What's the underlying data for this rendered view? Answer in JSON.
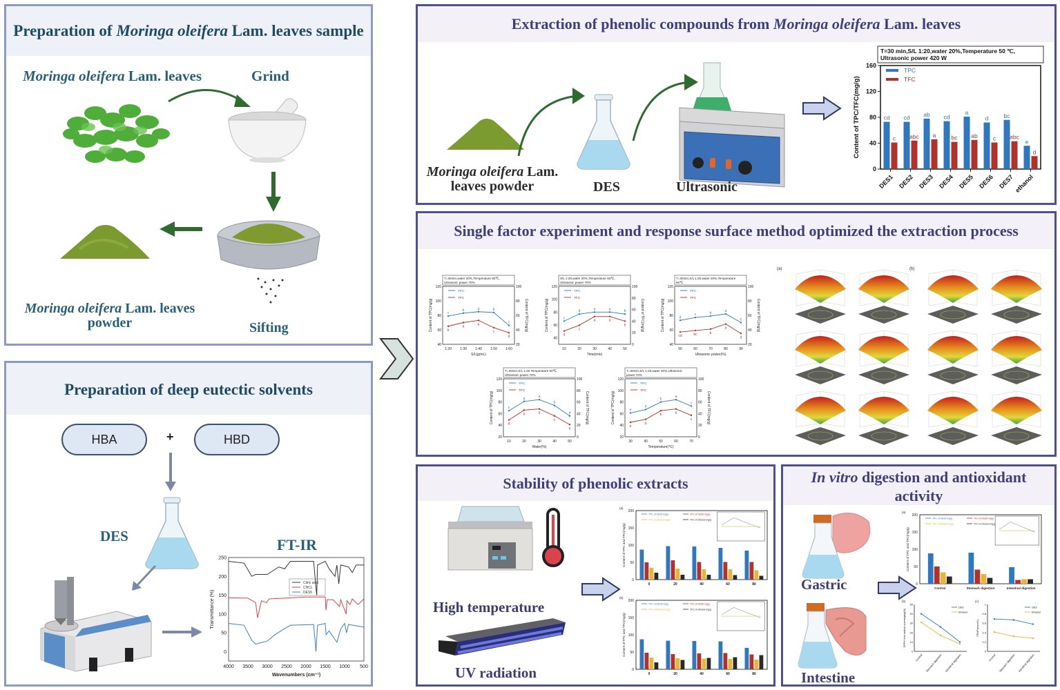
{
  "panels": {
    "sample_prep": {
      "title_pre": "Preparation of ",
      "title_italic": "Moringa oleifera",
      "title_post": " Lam. leaves sample",
      "leaves_label_italic": "Moringa oleifera",
      "leaves_label_post": " Lam. leaves",
      "grind_label": "Grind",
      "powder_label_italic": "Moringa oleifera",
      "powder_label_post": " Lam. leaves",
      "powder_label_line2": "powder",
      "sifting_label": "Sifting"
    },
    "des_prep": {
      "title": "Preparation of deep eutectic solvents",
      "hba": "HBA",
      "plus": "+",
      "hbd": "HBD",
      "des_label": "DES",
      "ftir_label": "FT-IR"
    },
    "extraction": {
      "title_pre": "Extraction of phenolic compounds from ",
      "title_italic": "Moringa oleifera",
      "title_post": " Lam. leaves",
      "powder_label_italic": "Moringa oleifera",
      "powder_label_post": " Lam.",
      "powder_label_line2": "leaves powder",
      "des_label": "DES",
      "ultrasonic_label": "Ultrasonic"
    },
    "optimization": {
      "title": "Single factor experiment and response surface method optimized the extraction process",
      "rsm_label_a": "(a)",
      "rsm_label_b": "(b)"
    },
    "stability": {
      "title": "Stability of phenolic extracts",
      "high_temp_label": "High temperature",
      "uv_label": "UV radiation"
    },
    "digestion": {
      "title_italic": "In vitro",
      "title_post": " digestion and antioxidant",
      "title_line2": "activity",
      "gastric_label": "Gastric",
      "intestine_label": "Intestine"
    }
  },
  "colors": {
    "tpc": "#2f78c0",
    "tfc": "#b0322a",
    "yellow": "#e6b53a",
    "black": "#2a2a2a",
    "leaf_green": "#2f6b2f",
    "arrow_fill": "#c9d2ea",
    "arrow_stroke": "#2b3a66"
  },
  "chart_data": [
    {
      "id": "des_screening",
      "type": "bar",
      "title": "T=30 min,S/L 1:20,water 20%,Temperature 50 ℃,\nUltrasonic power 420 W",
      "xlabel": "",
      "ylabel": "Content of TPC/TFC(mg/g)",
      "ylim": [
        0,
        160
      ],
      "yticks": [
        0,
        40,
        80,
        120,
        160
      ],
      "legend": "top-left",
      "categories": [
        "DES1",
        "DES2",
        "DES3",
        "DES4",
        "DES5",
        "DES6",
        "DES7",
        "ethanol"
      ],
      "series": [
        {
          "name": "TPC",
          "values": [
            73,
            73,
            78,
            74,
            81,
            72,
            76,
            36
          ],
          "letters": [
            "cd",
            "cd",
            "ab",
            "cd",
            "a",
            "d",
            "bc",
            "e"
          ]
        },
        {
          "name": "TFC",
          "values": [
            41,
            44,
            46,
            42,
            45,
            41,
            43,
            20
          ],
          "letters": [
            "c",
            "abc",
            "a",
            "bc",
            "ab",
            "c",
            "abc",
            "d"
          ]
        }
      ]
    },
    {
      "id": "sl_ratio",
      "type": "line",
      "title": "T=30min,water 20%,Temperature 50℃,\nUltrasonic power 70%",
      "xlabel": "S/L(g/mL)",
      "ylabel": "Content of TPC(mg/g)",
      "ylabel_right": "Content of TFC(mg/g)",
      "x": [
        "1:20",
        "1:30",
        "1:40",
        "1:50",
        "1:60"
      ],
      "ylim": [
        40,
        120
      ],
      "ylim_right": [
        20,
        100
      ],
      "yticks": [
        40,
        60,
        80,
        100,
        120
      ],
      "yticks_right": [
        20,
        40,
        60,
        80,
        100
      ],
      "series": [
        {
          "name": "TPC",
          "axis": "left",
          "values": [
            79,
            83,
            85,
            84,
            66
          ],
          "letters": [
            "c",
            "b",
            "a",
            "b",
            "c"
          ]
        },
        {
          "name": "TFC",
          "axis": "right",
          "values": [
            45,
            50,
            53,
            43,
            36
          ],
          "letters": [
            "b",
            "a",
            "a",
            "c",
            "d"
          ]
        }
      ]
    },
    {
      "id": "time",
      "type": "line",
      "title": "S/L 1:20,water 20%,Temperature 50℃,\nUltrasonic power 70%",
      "xlabel": "Time(min)",
      "ylabel": "Content of TPC(mg/g)",
      "ylabel_right": "Content of TFC(mg/g)",
      "x": [
        "10",
        "20",
        "30",
        "40",
        "50"
      ],
      "ylim": [
        30,
        120
      ],
      "ylim_right": [
        0,
        100
      ],
      "yticks": [
        40,
        60,
        80,
        100,
        120
      ],
      "yticks_right": [
        0,
        20,
        40,
        60,
        80,
        100
      ],
      "series": [
        {
          "name": "TPC",
          "axis": "left",
          "values": [
            66,
            77,
            80,
            80,
            77
          ],
          "letters": [
            "c",
            "b",
            "a",
            "a",
            "b"
          ]
        },
        {
          "name": "TFC",
          "axis": "right",
          "values": [
            23,
            33,
            48,
            48,
            40
          ],
          "letters": [
            "d",
            "c",
            "a",
            "a",
            "b"
          ]
        }
      ]
    },
    {
      "id": "ultrasonic_power",
      "type": "line",
      "title": "T=30min,S/L 1:20,water 20%,Temperature\n50℃",
      "xlabel": "Ultrasonic power(%)",
      "ylabel": "Content of TPC(mg/g)",
      "ylabel_right": "Content of TFC(mg/g)",
      "x": [
        "50",
        "60",
        "70",
        "80",
        "90"
      ],
      "ylim": [
        40,
        120
      ],
      "ylim_right": [
        20,
        100
      ],
      "yticks": [
        40,
        60,
        80,
        100,
        120
      ],
      "yticks_right": [
        20,
        40,
        60,
        80,
        100
      ],
      "series": [
        {
          "name": "TPC",
          "axis": "left",
          "values": [
            73,
            77,
            79,
            82,
            70
          ],
          "letters": [
            "d",
            "c",
            "b",
            "a",
            "e"
          ]
        },
        {
          "name": "TFC",
          "axis": "right",
          "values": [
            37,
            39,
            41,
            48,
            35
          ],
          "letters": [
            "cd",
            "bc",
            "b",
            "a",
            "d"
          ]
        }
      ]
    },
    {
      "id": "water",
      "type": "line",
      "title": "T=30min,S/L 1:20,Temperature 50℃,\nUltrasonic power 70%",
      "xlabel": "Water(%)",
      "ylabel": "Content of TPC(mg/g)",
      "ylabel_right": "Content of TFC(mg/g)",
      "x": [
        "10",
        "20",
        "30",
        "40",
        "50"
      ],
      "ylim": [
        20,
        120
      ],
      "ylim_right": [
        0,
        100
      ],
      "yticks": [
        20,
        40,
        60,
        80,
        100,
        120
      ],
      "yticks_right": [
        0,
        20,
        40,
        60,
        80,
        100
      ],
      "series": [
        {
          "name": "TPC",
          "axis": "left",
          "values": [
            65,
            81,
            84,
            74,
            56
          ],
          "letters": [
            "c",
            "a",
            "a",
            "b",
            "d"
          ]
        },
        {
          "name": "TFC",
          "axis": "right",
          "values": [
            29,
            46,
            48,
            36,
            21
          ],
          "letters": [
            "d",
            "b",
            "a",
            "c",
            "e"
          ]
        }
      ]
    },
    {
      "id": "temperature",
      "type": "line",
      "title": "T=30min,S/L 1:20,water 20%,Ultrasonic\npower 70%",
      "xlabel": "Temperature(℃)",
      "ylabel": "Content of TPC(mg/g)",
      "ylabel_right": "Content of TFC(mg/g)",
      "x": [
        "30",
        "40",
        "50",
        "60",
        "70"
      ],
      "ylim": [
        20,
        120
      ],
      "ylim_right": [
        0,
        100
      ],
      "yticks": [
        20,
        40,
        60,
        80,
        100,
        120
      ],
      "yticks_right": [
        0,
        20,
        40,
        60,
        80,
        100
      ],
      "series": [
        {
          "name": "TPC",
          "axis": "left",
          "values": [
            61,
            67,
            80,
            84,
            73
          ],
          "letters": [
            "e",
            "d",
            "b",
            "a",
            "c"
          ]
        },
        {
          "name": "TFC",
          "axis": "right",
          "values": [
            25,
            30,
            45,
            48,
            37
          ],
          "letters": [
            "e",
            "d",
            "b",
            "a",
            "c"
          ]
        }
      ]
    },
    {
      "id": "ftir",
      "type": "line",
      "title": "FT-IR",
      "xlabel": "Wavenumbers (cm⁻¹)",
      "ylabel": "Transmittance (%)",
      "xlim": [
        4000,
        500
      ],
      "xticks": [
        4000,
        3500,
        3000,
        2500,
        2000,
        1500,
        1000,
        500
      ],
      "ylim": [
        -25,
        250
      ],
      "yticks": [
        0,
        50,
        100,
        150,
        200,
        250
      ],
      "legend": "center",
      "series": [
        {
          "name": "Citric acid",
          "color": "#333333"
        },
        {
          "name": "CHCL",
          "color": "#d9434a"
        },
        {
          "name": "DES5",
          "color": "#3a7fc6"
        }
      ]
    },
    {
      "id": "thermal_stability",
      "type": "bar",
      "panel_label": "(a)",
      "ylabel": "Content of TPC and TFC(mg/g)",
      "categories": [
        "0",
        "20",
        "40",
        "60",
        "80"
      ],
      "ylim": [
        0,
        200
      ],
      "yticks": [
        0,
        50,
        100,
        150,
        200
      ],
      "series": [
        {
          "name": "TPC of DES5 mg/g",
          "values": [
            87,
            97,
            96,
            92,
            84
          ]
        },
        {
          "name": "TFC of DES5 mg/g",
          "values": [
            50,
            56,
            51,
            51,
            51
          ]
        },
        {
          "name": "TPC of ethanol mg/g",
          "values": [
            34,
            32,
            30,
            30,
            27
          ]
        },
        {
          "name": "TFC of ethanol mg/g",
          "values": [
            20,
            14,
            14,
            13,
            11
          ]
        }
      ]
    },
    {
      "id": "uv_stability",
      "type": "bar",
      "panel_label": "(b)",
      "ylabel": "Content of TPC and TFC(mg/g)",
      "categories": [
        "0",
        "20",
        "40",
        "60",
        "80"
      ],
      "ylim": [
        0,
        200
      ],
      "yticks": [
        0,
        50,
        100,
        150,
        200
      ],
      "series": [
        {
          "name": "TPC of DES5 mg/g",
          "values": [
            87,
            83,
            82,
            81,
            62
          ]
        },
        {
          "name": "TFC of DES5 mg/g",
          "values": [
            48,
            44,
            46,
            47,
            43
          ]
        },
        {
          "name": "TPC of ethanol mg/g",
          "values": [
            34,
            32,
            31,
            30,
            28
          ]
        },
        {
          "name": "TFC of ethanol mg/g",
          "values": [
            20,
            27,
            33,
            35,
            41
          ]
        }
      ]
    },
    {
      "id": "digestion_content",
      "type": "bar",
      "panel_label": "(a)",
      "ylabel": "Content of TPC and TFC(mg/g)",
      "categories": [
        "Control",
        "Stomach digestion",
        "Intestinal digestion"
      ],
      "ylim": [
        0,
        200
      ],
      "yticks": [
        0,
        50,
        100,
        150,
        200
      ],
      "series": [
        {
          "name": "TPC of DES5 mg/g",
          "values": [
            88,
            90,
            48
          ]
        },
        {
          "name": "TFC of DES5 mg/g",
          "values": [
            50,
            41,
            11
          ]
        },
        {
          "name": "TPC of ethanol mg/g",
          "values": [
            33,
            28,
            13
          ]
        },
        {
          "name": "TFC of ethanol mg/g",
          "values": [
            21,
            17,
            13
          ]
        }
      ]
    },
    {
      "id": "dpph",
      "type": "line",
      "panel_label": "(b)",
      "ylabel": "DPPH free radical scavenging(%)",
      "x": [
        "Control",
        "Stomach digestion",
        "Intestinal digestion"
      ],
      "ylim": [
        0,
        50
      ],
      "yticks": [
        0,
        10,
        20,
        30,
        40,
        50
      ],
      "legend": "top-right",
      "series": [
        {
          "name": "DES",
          "values": [
            40,
            26,
            10
          ]
        },
        {
          "name": "Ethanol",
          "values": [
            31,
            17,
            8
          ]
        }
      ]
    },
    {
      "id": "frap",
      "type": "line",
      "panel_label": "(c)",
      "ylabel": "FRAP(mmol/L)",
      "x": [
        "Control",
        "Stomach digestion",
        "Intestinal digestion"
      ],
      "ylim": [
        0,
        1.0
      ],
      "yticks": [
        0.0,
        0.2,
        0.4,
        0.6,
        0.8,
        1.0
      ],
      "legend": "top-right",
      "series": [
        {
          "name": "DES",
          "values": [
            0.69,
            0.67,
            0.58
          ]
        },
        {
          "name": "Ethanol",
          "values": [
            0.41,
            0.32,
            0.28
          ]
        }
      ]
    }
  ]
}
